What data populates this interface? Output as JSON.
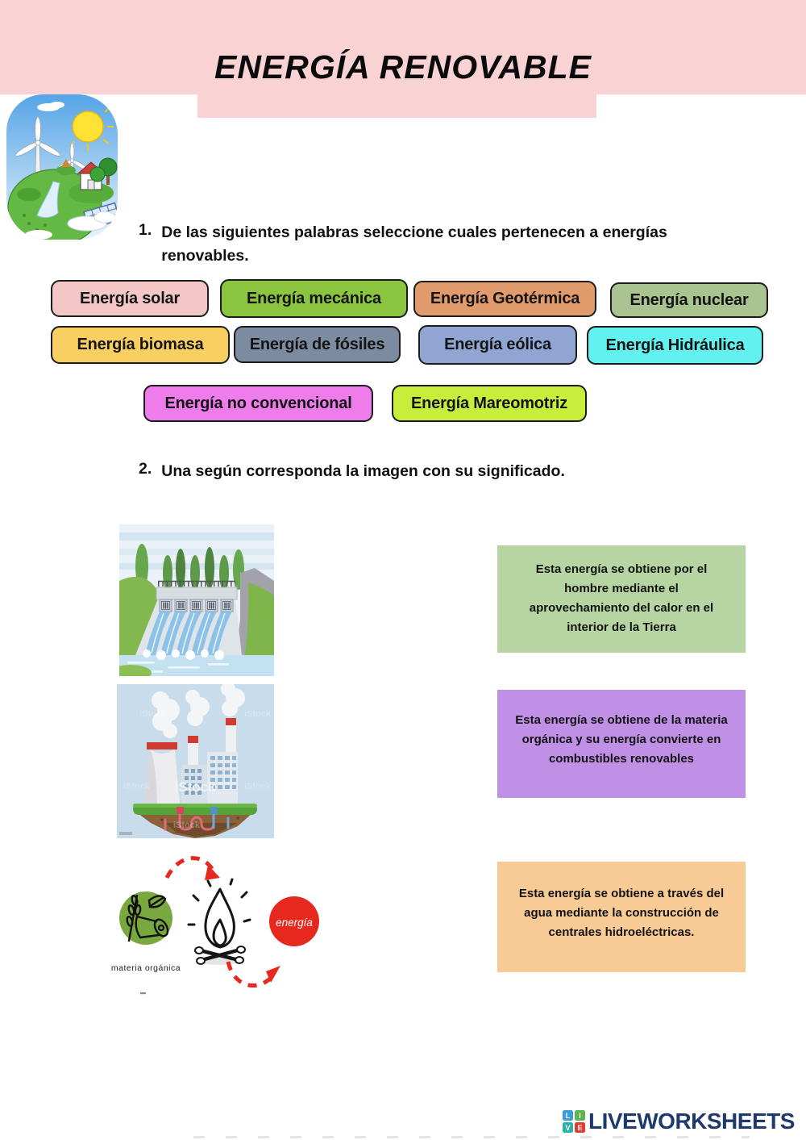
{
  "page": {
    "title": "ENERGÍA RENOVABLE"
  },
  "questions": {
    "q1": {
      "number": "1.",
      "text": "De las siguientes palabras seleccione cuales pertenecen a energías renovables."
    },
    "q2": {
      "number": "2.",
      "text": "Una según corresponda la imagen con su significado."
    }
  },
  "word_bank": [
    {
      "label": "Energía solar",
      "color": "#f4c7c7"
    },
    {
      "label": "Energía mecánica",
      "color": "#8bc43f"
    },
    {
      "label": "Energía Geotérmica",
      "color": "#e19a6b"
    },
    {
      "label": "Energía nuclear",
      "color": "#a9c490"
    },
    {
      "label": "Energía biomasa",
      "color": "#f8cf60"
    },
    {
      "label": "Energía de fósiles",
      "color": "#7d8ba0"
    },
    {
      "label": "Energía eólica",
      "color": "#91a5d3"
    },
    {
      "label": "Energía Hidráulica",
      "color": "#62f1ef"
    },
    {
      "label": "Energía no convencional",
      "color": "#ee7cea"
    },
    {
      "label": "Energía Mareomotriz",
      "color": "#c6ee3b"
    }
  ],
  "definitions": [
    {
      "text": "Esta energía se obtiene por el hombre mediante el aprovechamiento del calor en el interior de la Tierra",
      "color": "#b6d5a2"
    },
    {
      "text": "Esta energía se obtiene de la materia orgánica y su energía convierte en combustibles renovables",
      "color": "#bf90e6"
    },
    {
      "text": "Esta energía se obtiene a través del agua mediante la construcción de centrales hidroeléctricas.",
      "color": "#f8cb96"
    }
  ],
  "images": {
    "plant": {
      "watermark": "iStock"
    },
    "biomass": {
      "source_label": "materia orgánica",
      "result_label": "energía"
    }
  },
  "footer": {
    "brand": "LIVEWORKSHEETS",
    "logo_letters": [
      {
        "ch": "L",
        "color": "#3f9bd8"
      },
      {
        "ch": "I",
        "color": "#5cb64e"
      },
      {
        "ch": "V",
        "color": "#2eb2a6"
      },
      {
        "ch": "E",
        "color": "#e23b31"
      }
    ]
  }
}
